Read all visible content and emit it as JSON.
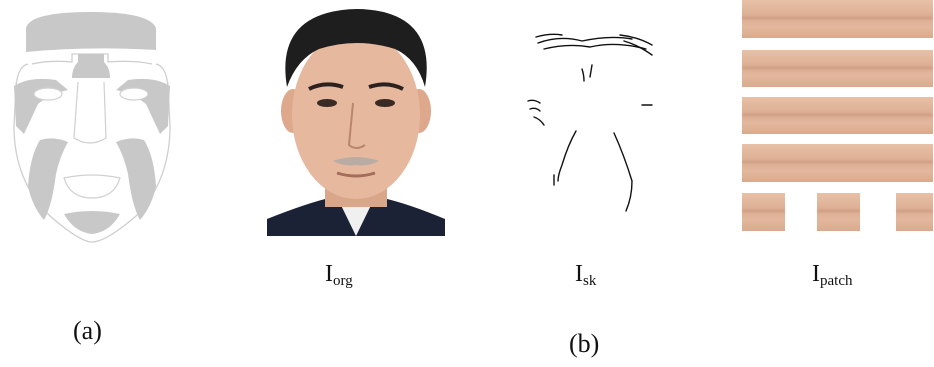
{
  "labels": {
    "original": {
      "main": "I",
      "sub": "org"
    },
    "sketch": {
      "main": "I",
      "sub": "sk"
    },
    "patch": {
      "main": "I",
      "sub": "patch"
    }
  },
  "captions": {
    "a": "(a)",
    "b": "(b)"
  },
  "colors": {
    "mask_fill": "#c8c8c8",
    "mask_outline": "#cfcfcf",
    "hair": "#1e1e1e",
    "skin": "#e6b89e",
    "suit": "#1c2235",
    "sketch_line": "#111111",
    "patch_skin": "#e0b398"
  }
}
